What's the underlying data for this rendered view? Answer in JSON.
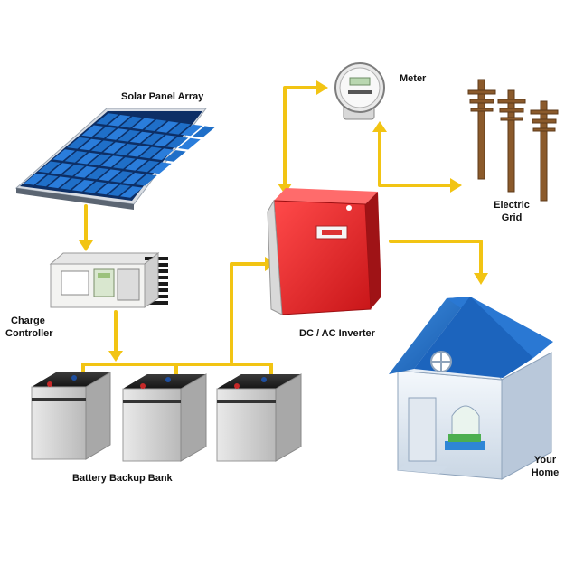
{
  "labels": {
    "solar_panel": "Solar Panel Array",
    "charge_controller_1": "Charge",
    "charge_controller_2": "Controller",
    "battery_bank": "Battery Backup Bank",
    "inverter": "DC / AC Inverter",
    "meter": "Meter",
    "grid_1": "Electric",
    "grid_2": "Grid",
    "home_1": "Your",
    "home_2": "Home"
  },
  "colors": {
    "wire": "#f2c413",
    "panel_cell": "#1f6fc8",
    "inverter": "#e3262b",
    "roof": "#1d6fc9",
    "pole": "#8b5a2b"
  }
}
